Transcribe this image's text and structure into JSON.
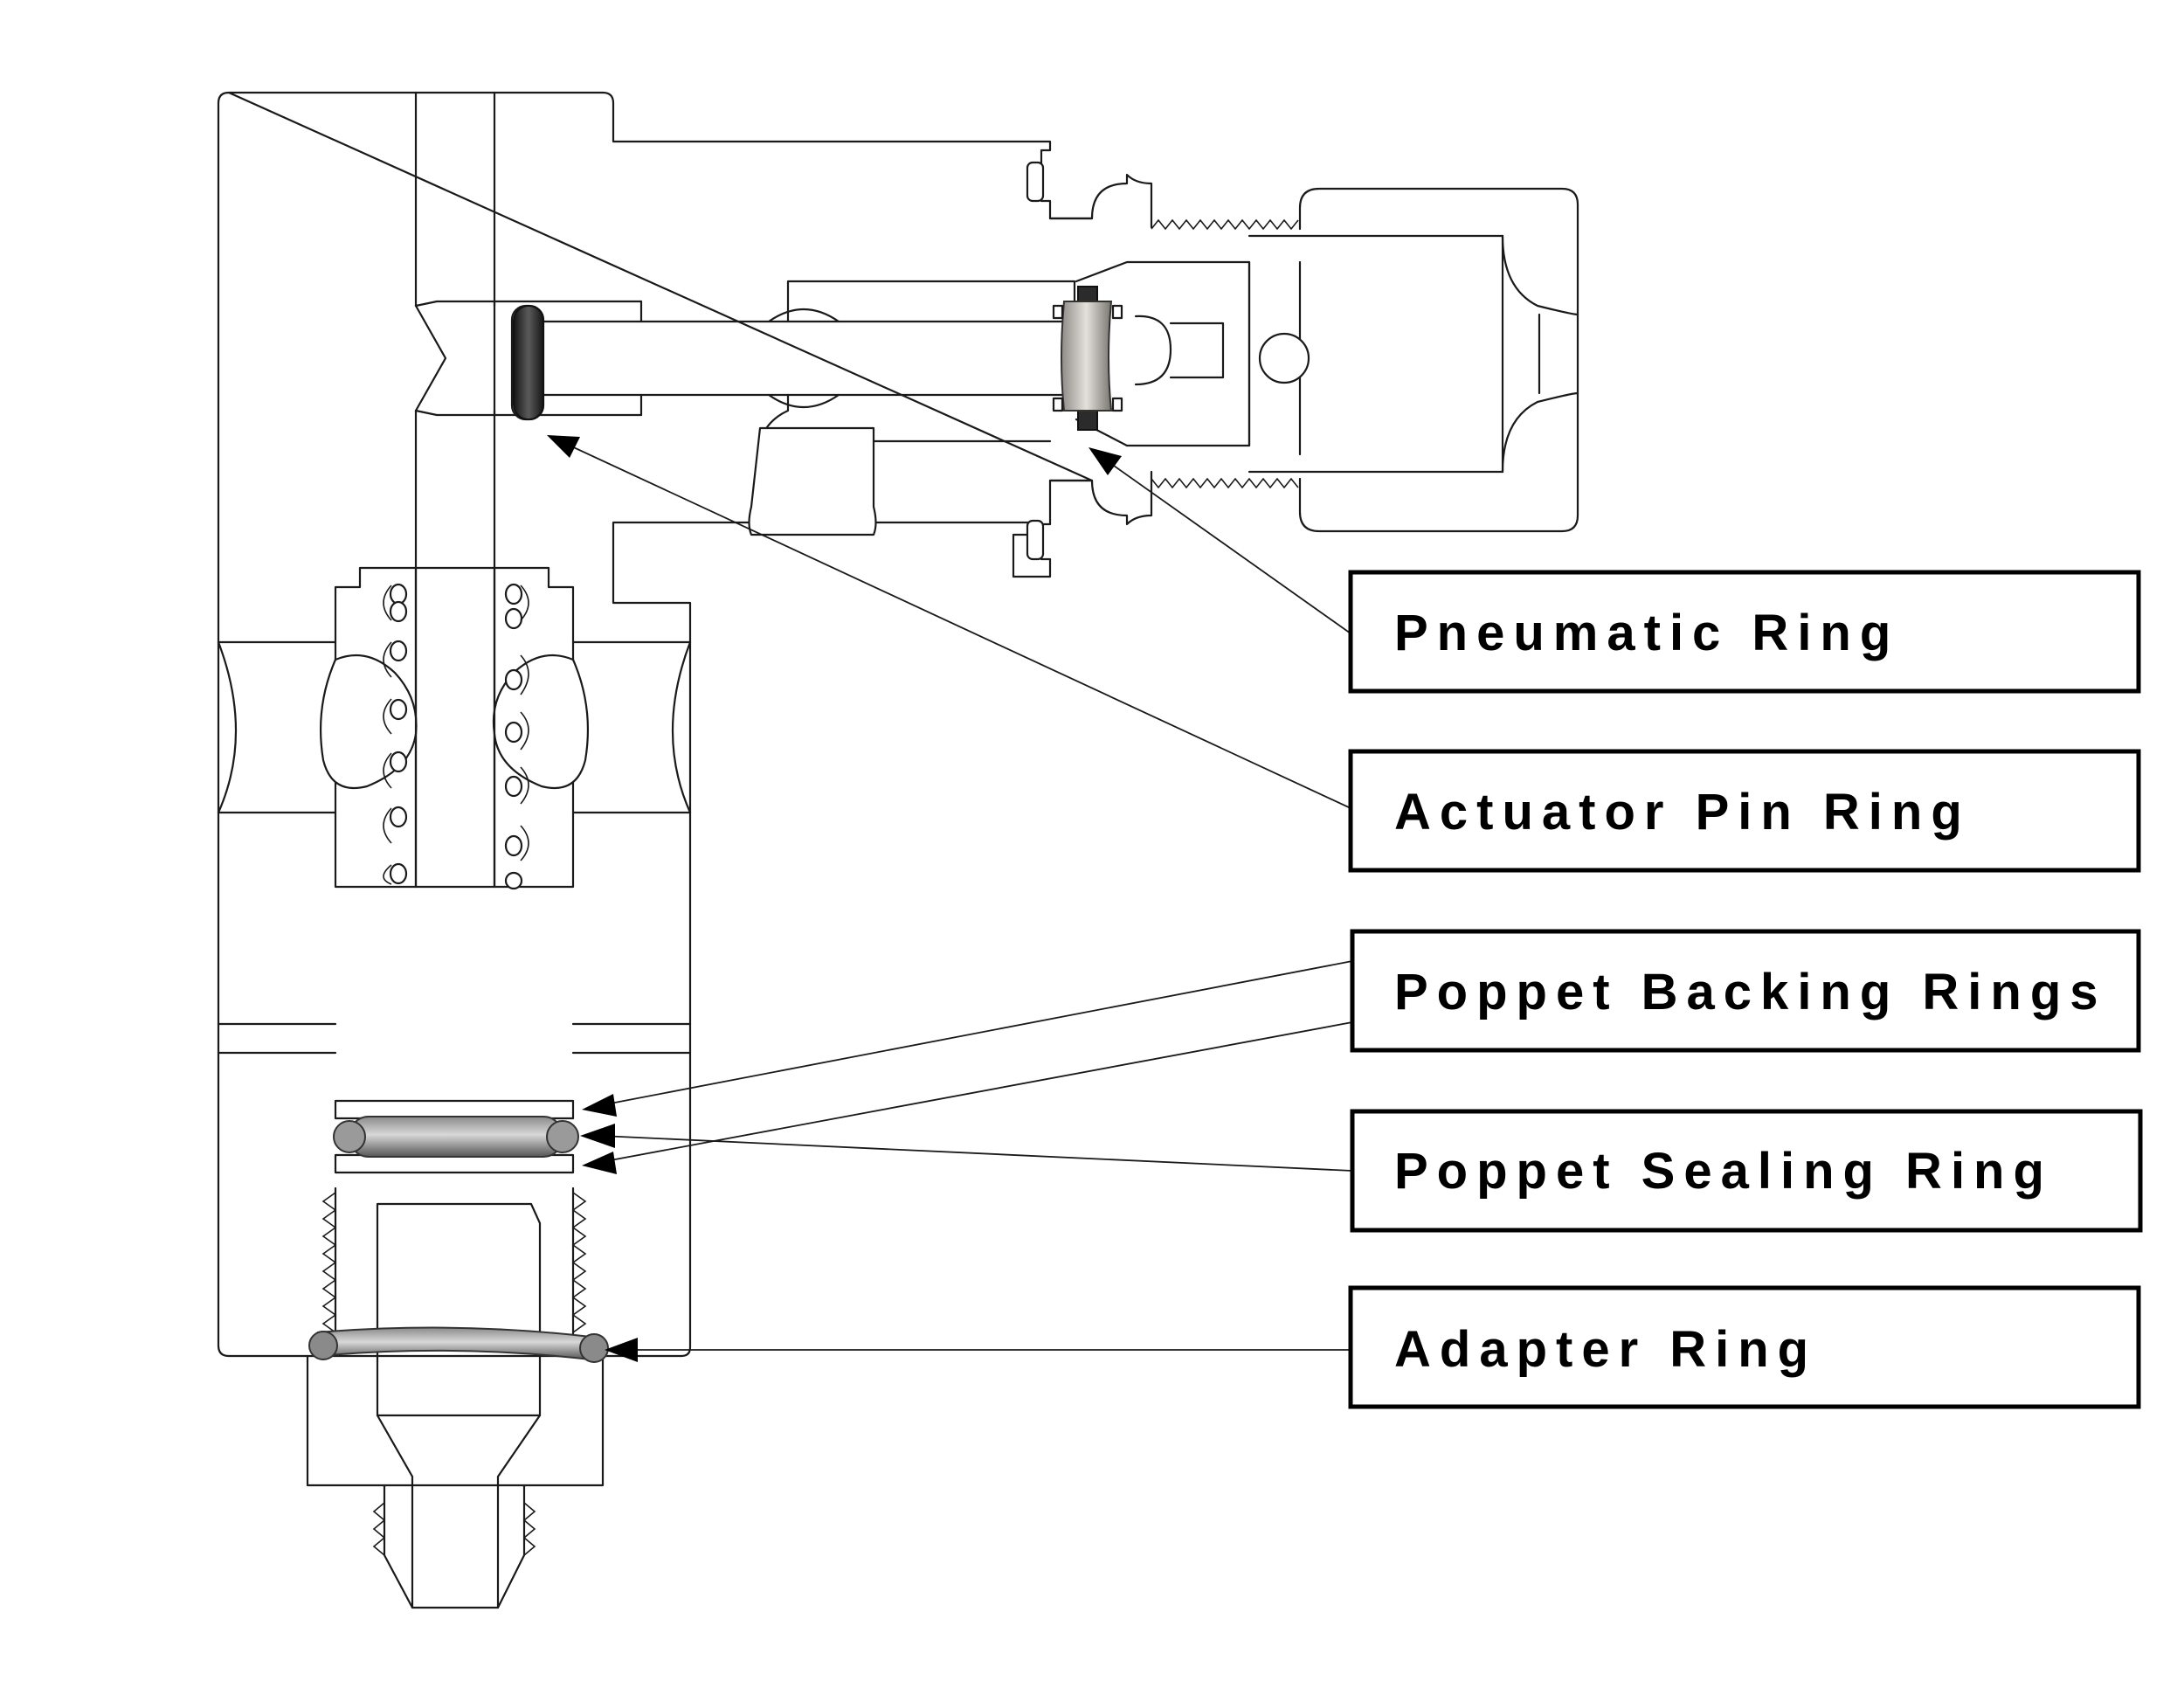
{
  "labels": {
    "pneumatic_ring": "Pneumatic Ring",
    "actuator_pin_ring": "Actuator Pin Ring",
    "poppet_backing_rings": "Poppet Backing Rings",
    "poppet_sealing_ring": "Poppet Sealing Ring",
    "adapter_ring": "Adapter Ring"
  },
  "colors": {
    "line": "#1a1a1a",
    "dark_oring": "#2b2b2b",
    "gray_oring": "#6a6a6a",
    "metal_ring": "#b5b0aa",
    "background": "#ffffff"
  }
}
